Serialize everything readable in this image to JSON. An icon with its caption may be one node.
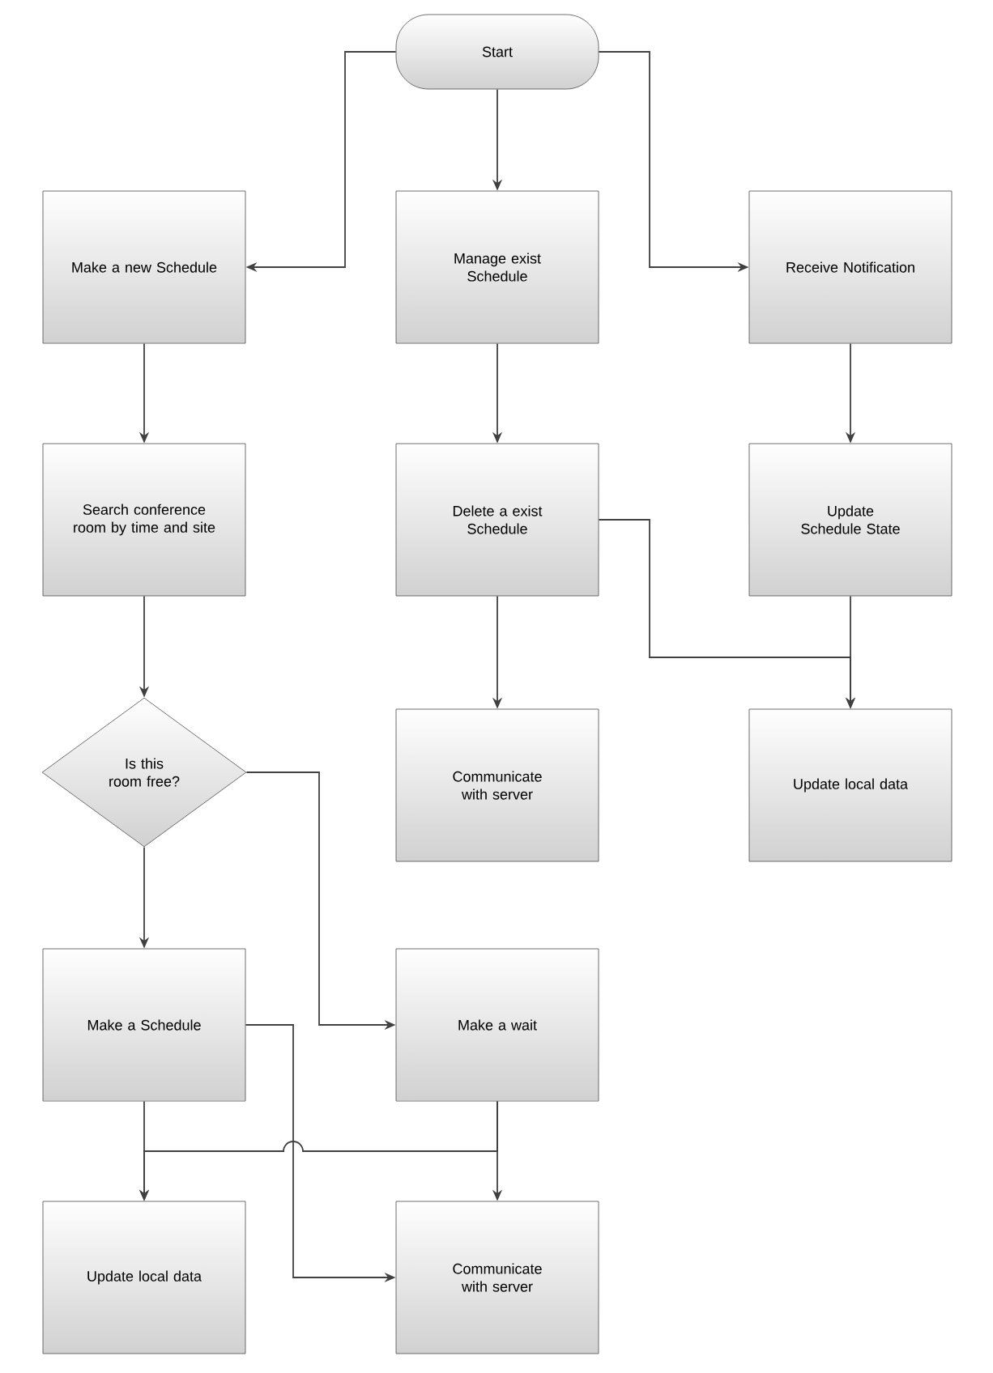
{
  "diagram": {
    "nodes": [
      {
        "text": [
          "Start"
        ]
      },
      {
        "text": [
          "Make a new Schedule"
        ]
      },
      {
        "text": [
          "Manage exist Schedule"
        ]
      },
      {
        "text": [
          "Receive Notification"
        ]
      },
      {
        "text": [
          "Search conference room by time and site"
        ]
      },
      {
        "text": [
          "Delete a exist Schedule"
        ]
      },
      {
        "text": [
          "Update Schedule State"
        ]
      },
      {
        "text": [
          "Is this room free?"
        ]
      },
      {
        "text": [
          "Communicate with server"
        ]
      },
      {
        "text": [
          "Update local data"
        ]
      },
      {
        "text": [
          "Make a Schedule"
        ]
      },
      {
        "text": [
          "Make a wait"
        ]
      },
      {
        "text": [
          "Update local data"
        ]
      },
      {
        "text": [
          "Communicate with server"
        ]
      }
    ],
    "edges": [
      {
        "from": 0,
        "to": 1,
        "arrow": "to"
      },
      {
        "from": 0,
        "to": 2,
        "arrow": "to"
      },
      {
        "from": 0,
        "to": 3,
        "arrow": "to"
      },
      {
        "from": 1,
        "to": 4,
        "arrow": "to"
      },
      {
        "from": 4,
        "to": 7,
        "arrow": "to"
      },
      {
        "from": 7,
        "to": 10,
        "arrow": "to"
      },
      {
        "from": 7,
        "to": 11,
        "arrow": "to"
      },
      {
        "from": 2,
        "to": 5,
        "arrow": "to"
      },
      {
        "from": 5,
        "to": 8,
        "arrow": "to"
      },
      {
        "from": 5,
        "to": 9,
        "arrow": "to"
      },
      {
        "from": 3,
        "to": 6,
        "arrow": "to"
      },
      {
        "from": 6,
        "to": 9,
        "arrow": "to"
      },
      {
        "from": 10,
        "to": 12,
        "arrow": "to"
      },
      {
        "from": 10,
        "to": 13,
        "arrow": "to"
      },
      {
        "from": 11,
        "to": 13,
        "arrow": "to"
      },
      {
        "from": 11,
        "to": 12,
        "arrow": "to"
      }
    ]
  }
}
